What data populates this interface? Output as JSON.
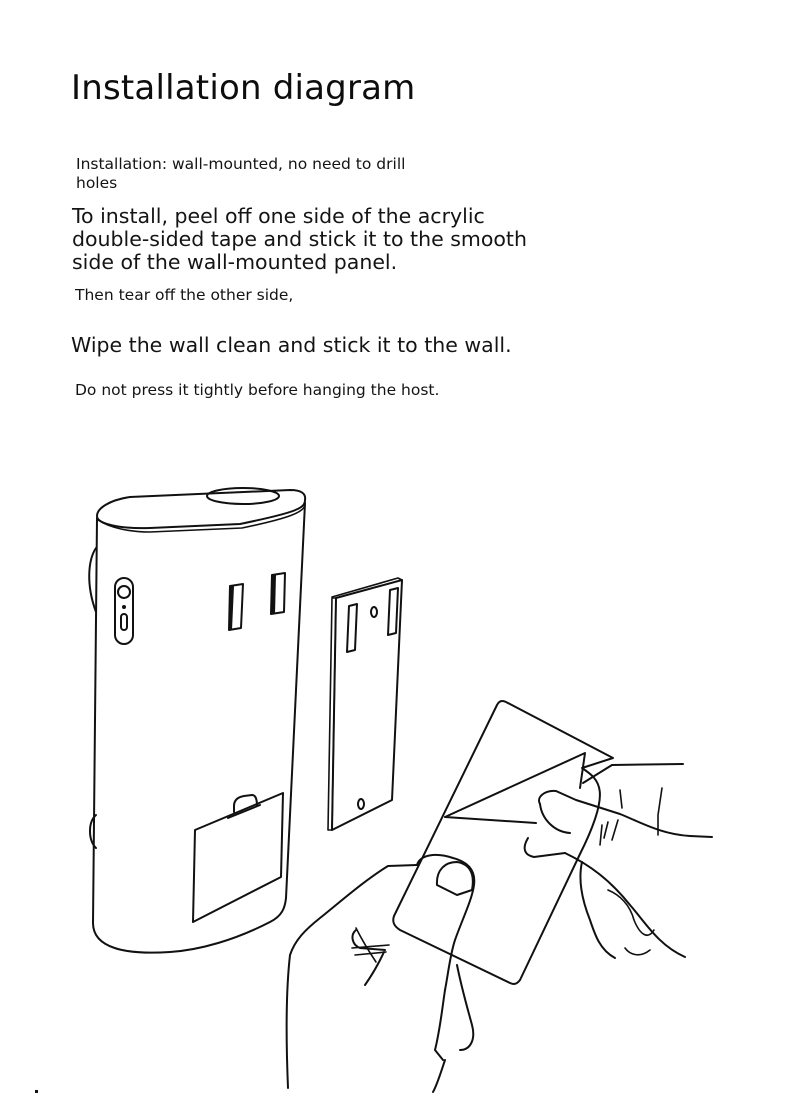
{
  "document": {
    "title": "Installation diagram",
    "paragraphs": [
      "Installation: wall-mounted, no need to drill holes",
      "To install, peel off one side of the acrylic double-sided tape and stick it to the smooth side of the wall-mounted panel.",
      "Then tear off the other side,",
      "Wipe the wall clean and stick it to the wall.",
      "Do not press it tightly before hanging the host."
    ],
    "illustration": {
      "description": "Line drawing: wall-mounted host unit with battery cover, separate wall-mount panel with slots and screw holes, and two hands peeling backing from double-sided tape",
      "parts": [
        "host-unit",
        "wall-mount-panel",
        "double-sided-tape",
        "hands"
      ]
    }
  }
}
